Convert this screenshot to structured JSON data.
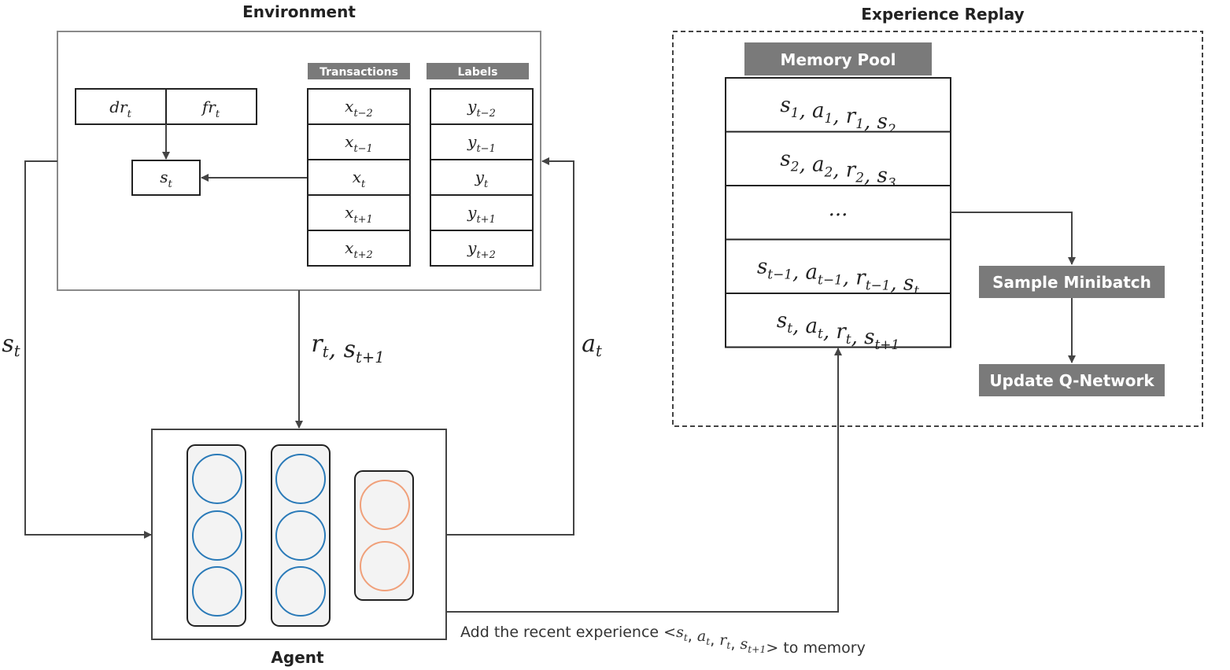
{
  "titles": {
    "environment": "Environment",
    "experience_replay": "Experience Replay",
    "agent": "Agent"
  },
  "environment": {
    "transactions_header": "Transactions",
    "labels_header": "Labels",
    "feature_boxes": [
      {
        "base": "dr",
        "sub": "t"
      },
      {
        "base": "fr",
        "sub": "t"
      }
    ],
    "state_box": {
      "base": "s",
      "sub": "t"
    },
    "transactions": [
      {
        "base": "x",
        "sub": "t−2"
      },
      {
        "base": "x",
        "sub": "t−1"
      },
      {
        "base": "x",
        "sub": "t"
      },
      {
        "base": "x",
        "sub": "t+1"
      },
      {
        "base": "x",
        "sub": "t+2"
      }
    ],
    "labels": [
      {
        "base": "y",
        "sub": "t−2"
      },
      {
        "base": "y",
        "sub": "t−1"
      },
      {
        "base": "y",
        "sub": "t"
      },
      {
        "base": "y",
        "sub": "t+1"
      },
      {
        "base": "y",
        "sub": "t+2"
      }
    ]
  },
  "arrows": {
    "state_left": {
      "base": "s",
      "sub": "t"
    },
    "reward_next": [
      {
        "base": "r",
        "sub": "t"
      },
      {
        "base": "s",
        "sub": "t+1"
      }
    ],
    "action": {
      "base": "a",
      "sub": "t"
    }
  },
  "memory": {
    "header": "Memory Pool",
    "rows": [
      [
        {
          "base": "s",
          "sub": "1"
        },
        {
          "base": "a",
          "sub": "1"
        },
        {
          "base": "r",
          "sub": "1"
        },
        {
          "base": "s",
          "sub": "2"
        }
      ],
      [
        {
          "base": "s",
          "sub": "2"
        },
        {
          "base": "a",
          "sub": "2"
        },
        {
          "base": "r",
          "sub": "2"
        },
        {
          "base": "s",
          "sub": "3"
        }
      ],
      "...",
      [
        {
          "base": "s",
          "sub": "t−1"
        },
        {
          "base": "a",
          "sub": "t−1"
        },
        {
          "base": "r",
          "sub": "t−1"
        },
        {
          "base": "s",
          "sub": "t"
        }
      ],
      [
        {
          "base": "s",
          "sub": "t"
        },
        {
          "base": "a",
          "sub": "t"
        },
        {
          "base": "r",
          "sub": "t"
        },
        {
          "base": "s",
          "sub": "t+1"
        }
      ]
    ],
    "sample_minibatch": "Sample Minibatch",
    "update_qnetwork": "Update Q-Network"
  },
  "caption": {
    "prefix": "Add the recent experience <",
    "terms": [
      {
        "base": "s",
        "sub": "t"
      },
      {
        "base": "a",
        "sub": "t"
      },
      {
        "base": "r",
        "sub": "t"
      },
      {
        "base": "s",
        "sub": "t+1"
      }
    ],
    "suffix": "> to memory"
  },
  "colors": {
    "box_header": "#7a7a7a",
    "hidden_neuron": "#2a7ab8",
    "output_neuron": "#f0a07a",
    "layer_fill": "#f3f3f3",
    "line": "#444444",
    "env_border": "#8a8a8a"
  }
}
